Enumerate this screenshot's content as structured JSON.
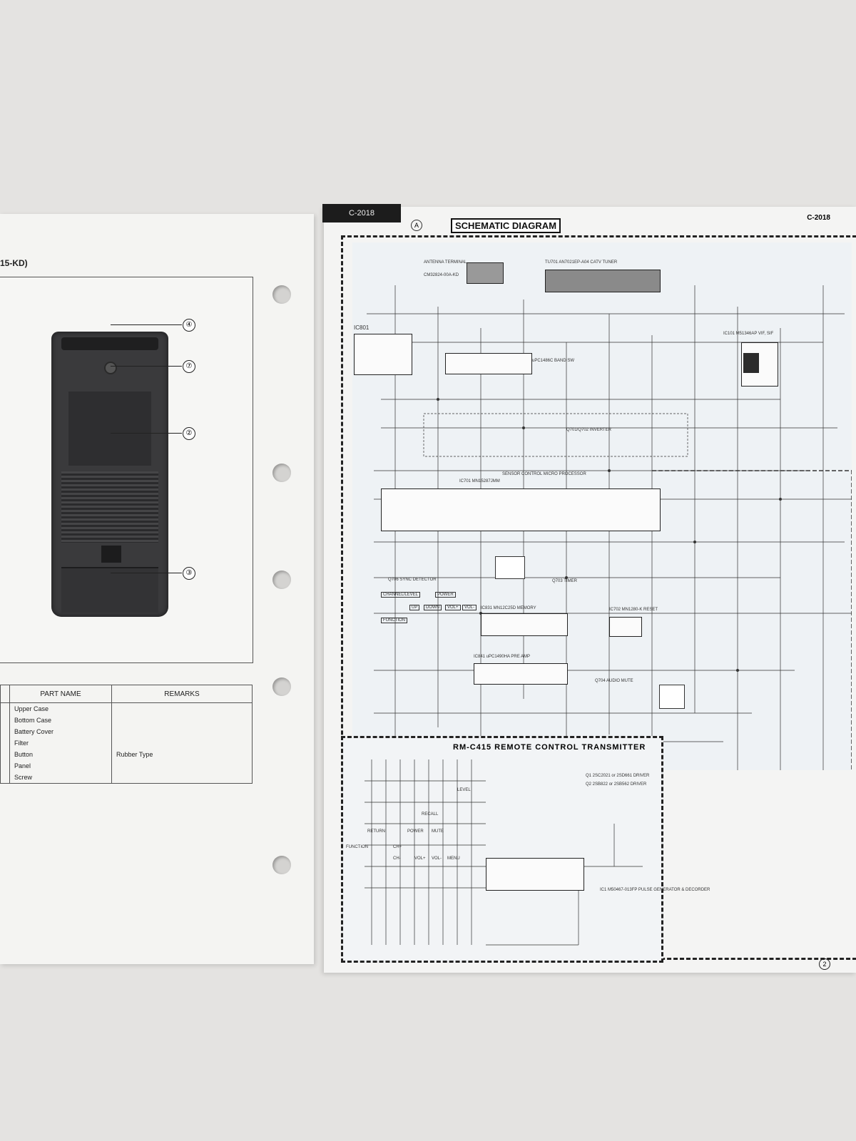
{
  "left_page": {
    "model_label": "15-KD)",
    "callouts": [
      "④",
      "⑦",
      "②",
      "③"
    ],
    "table": {
      "headers": {
        "part_name": "PART NAME",
        "remarks": "REMARKS"
      },
      "rows": [
        {
          "part_name": "Upper Case",
          "remarks": ""
        },
        {
          "part_name": "Bottom Case",
          "remarks": ""
        },
        {
          "part_name": "Battery Cover",
          "remarks": ""
        },
        {
          "part_name": "Filter",
          "remarks": ""
        },
        {
          "part_name": "Button",
          "remarks": "Rubber Type"
        },
        {
          "part_name": "Panel",
          "remarks": ""
        },
        {
          "part_name": "Screw",
          "remarks": ""
        }
      ]
    }
  },
  "right_page": {
    "header_tab": "C-2018",
    "header_circle": "A",
    "title": "SCHEMATIC DIAGRAM",
    "header_right": "C-2018",
    "page_number": "2",
    "remote_title": "RM-C415 REMOTE CONTROL TRANSMITTER",
    "labels": {
      "antenna": "ANTENNA TERMINAL",
      "antenna_part": "CM32824-00A-KD",
      "tuner": "TU701  AN7021EP-A04  CATV TUNER",
      "ic801": "IC801",
      "ic801_part": "uPC1486C BAND SW",
      "ic701": "IC701   MN15287JMM",
      "ic701_desc": "SENSOR CONTROL MICRO PROCESSOR",
      "ic831": "IC831  MN12C25D  MEMORY",
      "ic841": "IC841  uPC1490HA  PRE AMP",
      "ic702": "IC702  MN1280-K  RESET",
      "ic101": "IC101  M51346AP VIF, SIF",
      "q706": "Q706  SYNC DETECTOR",
      "q701": "Q701/Q702  INVERTER",
      "q704": "Q704  AUDIO MUTE",
      "q703": "Q703  TIMER",
      "buttons": [
        "CHANNEL/LEVEL",
        "POWER",
        "UP",
        "DOWN",
        "VOL+",
        "VOL-",
        "FUNCTION"
      ],
      "rm_ic1": "IC1  M50467-013FP  PULSE GENERATOR & DECORDER",
      "rm_q": "Q1  2SC2021 or 2SD661  DRIVER",
      "rm_q2": "Q2  2SB822 or 2SB562  DRIVER",
      "rm_keys": [
        "RETURN",
        "POWER",
        "MUTE",
        "RECALL",
        "CH+",
        "CH-",
        "VOL+",
        "VOL-",
        "MENU",
        "FUNCTION",
        "LEVEL"
      ]
    }
  }
}
